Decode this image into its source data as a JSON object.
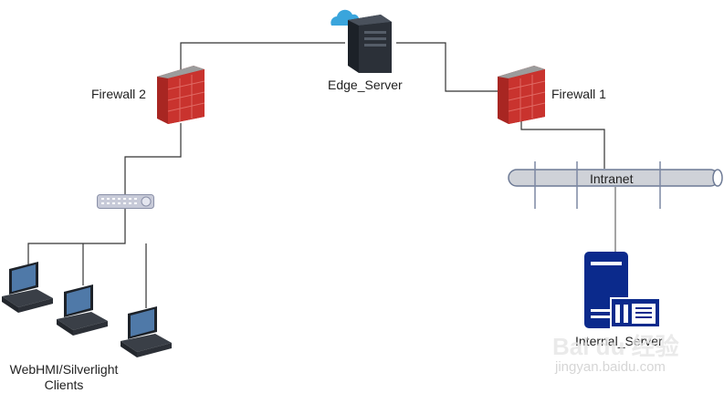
{
  "diagram": {
    "nodes": {
      "edge_server": {
        "label": "Edge_Server",
        "icon": "tower-server-with-cloud-icon"
      },
      "firewall_1": {
        "label": "Firewall 1",
        "icon": "brick-firewall-icon"
      },
      "firewall_2": {
        "label": "Firewall 2",
        "icon": "brick-firewall-icon"
      },
      "intranet": {
        "label": "Intranet",
        "icon": "network-bus-pipe"
      },
      "internal_server": {
        "label": "Internal_Server",
        "icon": "blue-server-icon"
      },
      "switch": {
        "label": "",
        "icon": "network-switch-icon"
      },
      "clients": {
        "label_line1": "WebHMI/Silverlight",
        "label_line2": "Clients",
        "count": 3,
        "icon": "desktop-workstation-icon"
      }
    },
    "edges": [
      {
        "from": "firewall_2",
        "to": "edge_server"
      },
      {
        "from": "edge_server",
        "to": "firewall_1"
      },
      {
        "from": "firewall_1",
        "to": "intranet"
      },
      {
        "from": "intranet",
        "to": "internal_server"
      },
      {
        "from": "firewall_2",
        "to": "switch"
      },
      {
        "from": "switch",
        "to": "clients"
      }
    ],
    "colors": {
      "firewall": "#c0302c",
      "cloud": "#3aa5dc",
      "internal_server": "#0b2a8c",
      "bus": "#cfd2d8",
      "bus_border": "#6d7a95"
    }
  },
  "watermark": {
    "line1": "Bai du 经验",
    "line2": "jingyan.baidu.com"
  }
}
